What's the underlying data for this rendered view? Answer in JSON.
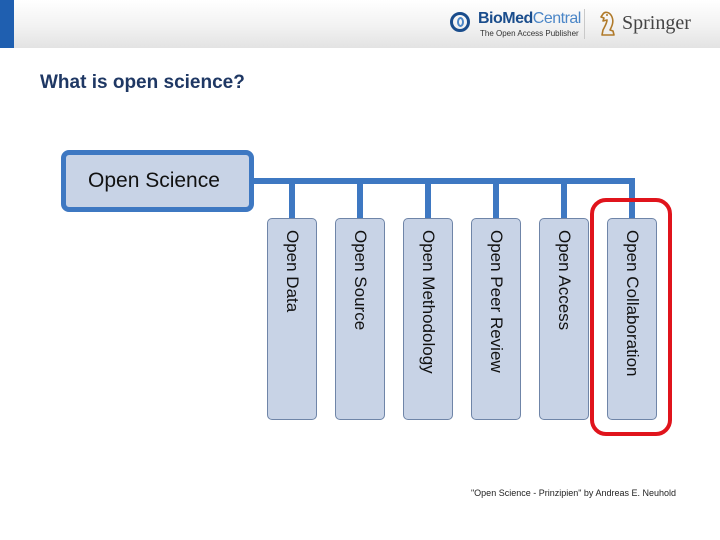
{
  "header": {
    "biomed_logo": {
      "name_bold": "BioMed",
      "name_light": "Central",
      "tagline": "The Open Access Publisher",
      "icon": "biomed-logo-icon"
    },
    "springer_logo": {
      "name": "Springer",
      "icon": "springer-knight-icon"
    }
  },
  "slide": {
    "title": "What is open science?"
  },
  "diagram": {
    "root": "Open Science",
    "branches": [
      "Open Data",
      "Open Source",
      "Open Methodology",
      "Open Peer Review",
      "Open Access",
      "Open Collaboration"
    ],
    "highlighted_branch": "Open Collaboration",
    "colors": {
      "box_fill": "#c8d3e6",
      "root_border": "#3e78c2",
      "connector": "#3e78c2",
      "highlight": "#e0141c"
    }
  },
  "caption": "\"Open Science - Prinzipien\" by Andreas E. Neuhold"
}
